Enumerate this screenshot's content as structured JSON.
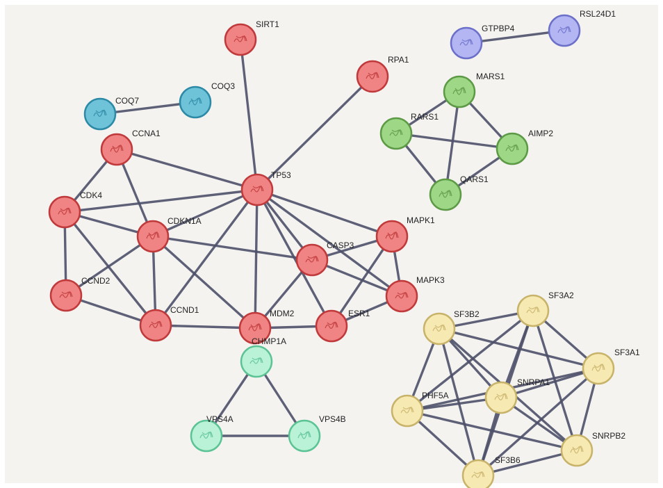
{
  "colors": {
    "background": "#f4f3f0",
    "edge": "#4d5068",
    "clusters": {
      "red": {
        "fill": "#f08383",
        "stroke": "#c0393b"
      },
      "cyan": {
        "fill": "#6fc3d8",
        "stroke": "#2d8aa6"
      },
      "purple": {
        "fill": "#b3b6f2",
        "stroke": "#6c70c9"
      },
      "green": {
        "fill": "#9ed887",
        "stroke": "#5d9a46"
      },
      "mint": {
        "fill": "#b9f2d6",
        "stroke": "#5cc395"
      },
      "yellow": {
        "fill": "#f7e9b2",
        "stroke": "#c8b36a"
      }
    }
  },
  "nodes": [
    {
      "id": "SIRT1",
      "label": "SIRT1",
      "cluster": "red"
    },
    {
      "id": "RPA1",
      "label": "RPA1",
      "cluster": "red"
    },
    {
      "id": "CCNA1",
      "label": "CCNA1",
      "cluster": "red"
    },
    {
      "id": "TP53",
      "label": "TP53",
      "cluster": "red"
    },
    {
      "id": "CDK4",
      "label": "CDK4",
      "cluster": "red"
    },
    {
      "id": "CDKN1A",
      "label": "CDKN1A",
      "cluster": "red"
    },
    {
      "id": "CCND2",
      "label": "CCND2",
      "cluster": "red"
    },
    {
      "id": "CCND1",
      "label": "CCND1",
      "cluster": "red"
    },
    {
      "id": "MDM2",
      "label": "MDM2",
      "cluster": "red"
    },
    {
      "id": "CASP3",
      "label": "CASP3",
      "cluster": "red"
    },
    {
      "id": "ESR1",
      "label": "ESR1",
      "cluster": "red"
    },
    {
      "id": "MAPK1",
      "label": "MAPK1",
      "cluster": "red"
    },
    {
      "id": "MAPK3",
      "label": "MAPK3",
      "cluster": "red"
    },
    {
      "id": "COQ7",
      "label": "COQ7",
      "cluster": "cyan"
    },
    {
      "id": "COQ3",
      "label": "COQ3",
      "cluster": "cyan"
    },
    {
      "id": "GTPBP4",
      "label": "GTPBP4",
      "cluster": "purple"
    },
    {
      "id": "RSL24D1",
      "label": "RSL24D1",
      "cluster": "purple"
    },
    {
      "id": "MARS1",
      "label": "MARS1",
      "cluster": "green"
    },
    {
      "id": "RARS1",
      "label": "RARS1",
      "cluster": "green"
    },
    {
      "id": "AIMP2",
      "label": "AIMP2",
      "cluster": "green"
    },
    {
      "id": "QARS1",
      "label": "QARS1",
      "cluster": "green"
    },
    {
      "id": "CHMP1A",
      "label": "CHMP1A",
      "cluster": "mint"
    },
    {
      "id": "VPS4A",
      "label": "VPS4A",
      "cluster": "mint"
    },
    {
      "id": "VPS4B",
      "label": "VPS4B",
      "cluster": "mint"
    },
    {
      "id": "SF3A2",
      "label": "SF3A2",
      "cluster": "yellow"
    },
    {
      "id": "SF3B2",
      "label": "SF3B2",
      "cluster": "yellow"
    },
    {
      "id": "SF3A1",
      "label": "SF3A1",
      "cluster": "yellow"
    },
    {
      "id": "PHF5A",
      "label": "PHF5A",
      "cluster": "yellow"
    },
    {
      "id": "SNRPA1",
      "label": "SNRPA1",
      "cluster": "yellow"
    },
    {
      "id": "SNRPB2",
      "label": "SNRPB2",
      "cluster": "yellow"
    },
    {
      "id": "SF3B6",
      "label": "SF3B6",
      "cluster": "yellow"
    }
  ],
  "edges": [
    [
      "SIRT1",
      "TP53"
    ],
    [
      "RPA1",
      "TP53"
    ],
    [
      "CCNA1",
      "TP53"
    ],
    [
      "CCNA1",
      "CDK4"
    ],
    [
      "CCNA1",
      "CDKN1A"
    ],
    [
      "TP53",
      "CDK4"
    ],
    [
      "TP53",
      "CDKN1A"
    ],
    [
      "TP53",
      "CCND1"
    ],
    [
      "TP53",
      "MDM2"
    ],
    [
      "TP53",
      "CASP3"
    ],
    [
      "TP53",
      "ESR1"
    ],
    [
      "TP53",
      "MAPK1"
    ],
    [
      "TP53",
      "MAPK3"
    ],
    [
      "CDK4",
      "CDKN1A"
    ],
    [
      "CDK4",
      "CCND2"
    ],
    [
      "CDK4",
      "CCND1"
    ],
    [
      "CDKN1A",
      "CCND2"
    ],
    [
      "CDKN1A",
      "CCND1"
    ],
    [
      "CDKN1A",
      "MDM2"
    ],
    [
      "CDKN1A",
      "CASP3"
    ],
    [
      "CCND2",
      "CCND1"
    ],
    [
      "CCND1",
      "MDM2"
    ],
    [
      "MDM2",
      "ESR1"
    ],
    [
      "MDM2",
      "CASP3"
    ],
    [
      "CASP3",
      "MAPK1"
    ],
    [
      "CASP3",
      "MAPK3"
    ],
    [
      "ESR1",
      "MAPK1"
    ],
    [
      "ESR1",
      "MAPK3"
    ],
    [
      "MAPK1",
      "MAPK3"
    ],
    [
      "COQ7",
      "COQ3"
    ],
    [
      "GTPBP4",
      "RSL24D1"
    ],
    [
      "MARS1",
      "RARS1"
    ],
    [
      "MARS1",
      "AIMP2"
    ],
    [
      "MARS1",
      "QARS1"
    ],
    [
      "RARS1",
      "AIMP2"
    ],
    [
      "RARS1",
      "QARS1"
    ],
    [
      "AIMP2",
      "QARS1"
    ],
    [
      "CHMP1A",
      "VPS4A"
    ],
    [
      "CHMP1A",
      "VPS4B"
    ],
    [
      "VPS4A",
      "VPS4B"
    ],
    [
      "SF3A2",
      "SF3B2"
    ],
    [
      "SF3A2",
      "SF3A1"
    ],
    [
      "SF3A2",
      "PHF5A"
    ],
    [
      "SF3A2",
      "SNRPA1"
    ],
    [
      "SF3A2",
      "SNRPB2"
    ],
    [
      "SF3A2",
      "SF3B6"
    ],
    [
      "SF3B2",
      "SF3A1"
    ],
    [
      "SF3B2",
      "PHF5A"
    ],
    [
      "SF3B2",
      "SNRPA1"
    ],
    [
      "SF3B2",
      "SNRPB2"
    ],
    [
      "SF3B2",
      "SF3B6"
    ],
    [
      "SF3A1",
      "PHF5A"
    ],
    [
      "SF3A1",
      "SNRPA1"
    ],
    [
      "SF3A1",
      "SNRPB2"
    ],
    [
      "SF3A1",
      "SF3B6"
    ],
    [
      "PHF5A",
      "SNRPA1"
    ],
    [
      "PHF5A",
      "SNRPB2"
    ],
    [
      "PHF5A",
      "SF3B6"
    ],
    [
      "SNRPA1",
      "SNRPB2"
    ],
    [
      "SNRPA1",
      "SF3B6"
    ],
    [
      "SNRPB2",
      "SF3B6"
    ]
  ]
}
